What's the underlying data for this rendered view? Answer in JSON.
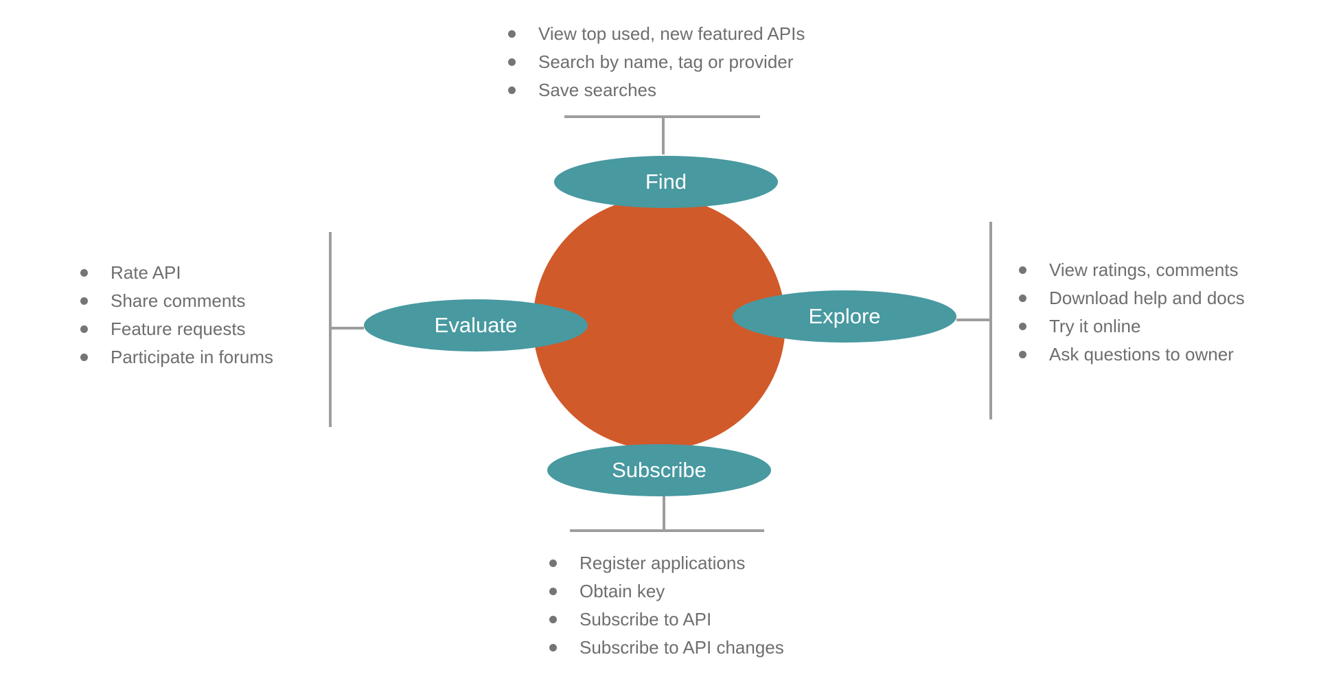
{
  "colors": {
    "circle": "#d15a2a",
    "node": "#4899a0",
    "connector": "#9d9d9d",
    "text": "#6e6e6e",
    "bullet": "#757575",
    "node_label": "#ffffff",
    "background": "#ffffff"
  },
  "diagram": {
    "type": "api-lifecycle-cycle",
    "nodes": {
      "find": {
        "label": "Find",
        "items": [
          "View top used, new featured APIs",
          "Search by name, tag or provider",
          "Save searches"
        ]
      },
      "explore": {
        "label": "Explore",
        "items": [
          "View ratings, comments",
          "Download help and docs",
          "Try it online",
          "Ask questions to owner"
        ]
      },
      "subscribe": {
        "label": "Subscribe",
        "items": [
          "Register applications",
          "Obtain key",
          "Subscribe to API",
          "Subscribe to API changes"
        ]
      },
      "evaluate": {
        "label": "Evaluate",
        "items": [
          "Rate API",
          "Share comments",
          "Feature requests",
          "Participate in forums"
        ]
      }
    }
  }
}
